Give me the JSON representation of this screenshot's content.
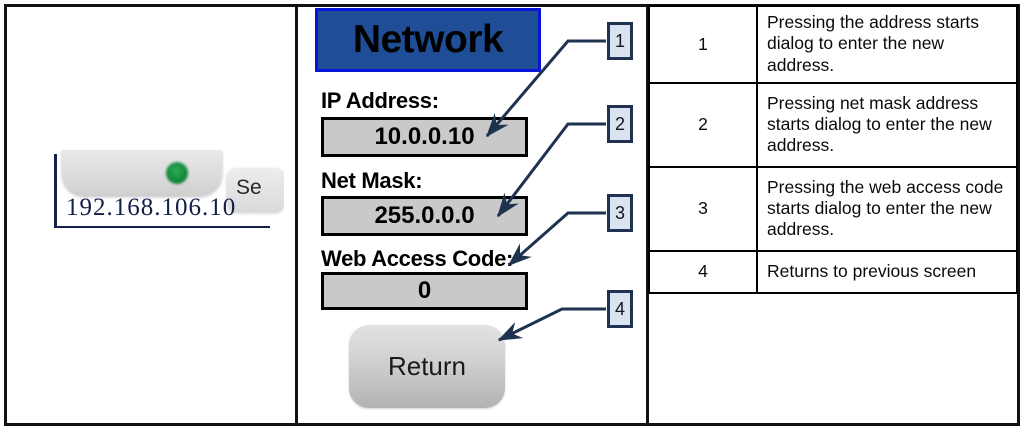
{
  "panels": {
    "left": {
      "device": {
        "ip_label": "192.168.106.10",
        "side_button_label": "Se",
        "led_name": "green-status-led"
      }
    },
    "middle": {
      "dialog_title": "Network",
      "fields": [
        {
          "label": "IP Address:",
          "value": "10.0.0.10"
        },
        {
          "label": "Net Mask:",
          "value": "255.0.0.0"
        },
        {
          "label": "Web Access Code:",
          "value": "0"
        }
      ],
      "return_button": "Return",
      "callouts": [
        {
          "number": "1"
        },
        {
          "number": "2"
        },
        {
          "number": "3"
        },
        {
          "number": "4"
        }
      ]
    },
    "right": {
      "legend_rows": [
        {
          "number": "1",
          "description": "Pressing the address starts dialog to enter the new address."
        },
        {
          "number": "2",
          "description": "Pressing net mask address starts dialog to enter the new address."
        },
        {
          "number": "3",
          "description": "Pressing the web access code starts dialog to enter the new address."
        },
        {
          "number": "4",
          "description": "Returns to previous screen"
        }
      ]
    }
  },
  "colors": {
    "title_bar_fill": "#1f4e96",
    "title_bar_border": "#0b17d8",
    "field_fill": "#c9c9c9",
    "callout_fill": "#dce3f0",
    "callout_border": "#1f3250",
    "leader_line": "#1f3250",
    "led_green": "#17913f"
  }
}
